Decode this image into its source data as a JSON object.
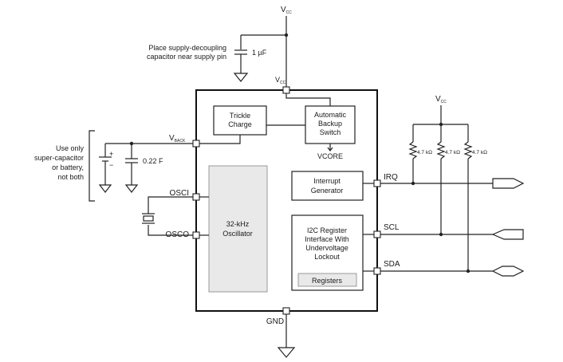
{
  "power": {
    "vcc_top": "V",
    "vcc_sub": "CC",
    "vcc_chip": "V",
    "vcc_chip_sub": "CC",
    "vcc_right": "V",
    "vcc_right_sub": "CC"
  },
  "notes": {
    "decoupling_line1": "Place supply-decoupling",
    "decoupling_line2": "capacitor near supply pin",
    "cap_1uf": "1 µF",
    "backup_line1": "Use only",
    "backup_line2": "super-capacitor",
    "backup_line3": "or battery,",
    "backup_line4": "not both",
    "cap_022f": "0.22 F",
    "batt_plus": "+",
    "batt_minus": "−"
  },
  "pins": {
    "vback": "V",
    "vback_sub": "BACK",
    "osci": "OSCI",
    "osco": "OSCO",
    "gnd": "GND",
    "irq": "IRQ",
    "scl": "SCL",
    "sda": "SDA"
  },
  "blocks": {
    "trickle_line1": "Trickle",
    "trickle_line2": "Charge",
    "abs_line1": "Automatic",
    "abs_line2": "Backup",
    "abs_line3": "Switch",
    "vcore": "VCORE",
    "osc_line1": "32-kHz",
    "osc_line2": "Oscillator",
    "int_line1": "Interrupt",
    "int_line2": "Generator",
    "i2c_line1": "I2C Register",
    "i2c_line2": "Interface With",
    "i2c_line3": "Undervoltage",
    "i2c_line4": "Lockout",
    "registers": "Registers"
  },
  "resistors": {
    "r1": "4.7 kΩ",
    "r2": "4.7 kΩ",
    "r3": "4.7 kΩ"
  }
}
